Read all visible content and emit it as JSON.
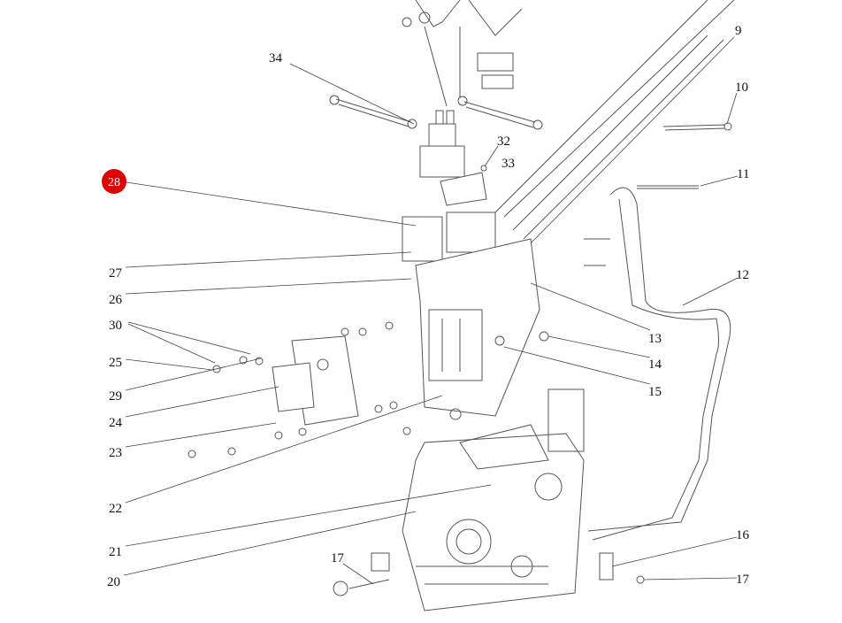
{
  "diagram": {
    "highlight_color": "#e00000",
    "highlighted_callout": "28",
    "callouts": {
      "c34": "34",
      "c9": "9",
      "c10": "10",
      "c11": "11",
      "c12": "12",
      "c13": "13",
      "c14": "14",
      "c15": "15",
      "c16": "16",
      "c17a": "17",
      "c17b": "17",
      "c20": "20",
      "c21": "21",
      "c22": "22",
      "c23": "23",
      "c24": "24",
      "c25": "25",
      "c26": "26",
      "c27": "27",
      "c28": "28",
      "c29": "29",
      "c30": "30",
      "c32": "32",
      "c33": "33"
    }
  }
}
